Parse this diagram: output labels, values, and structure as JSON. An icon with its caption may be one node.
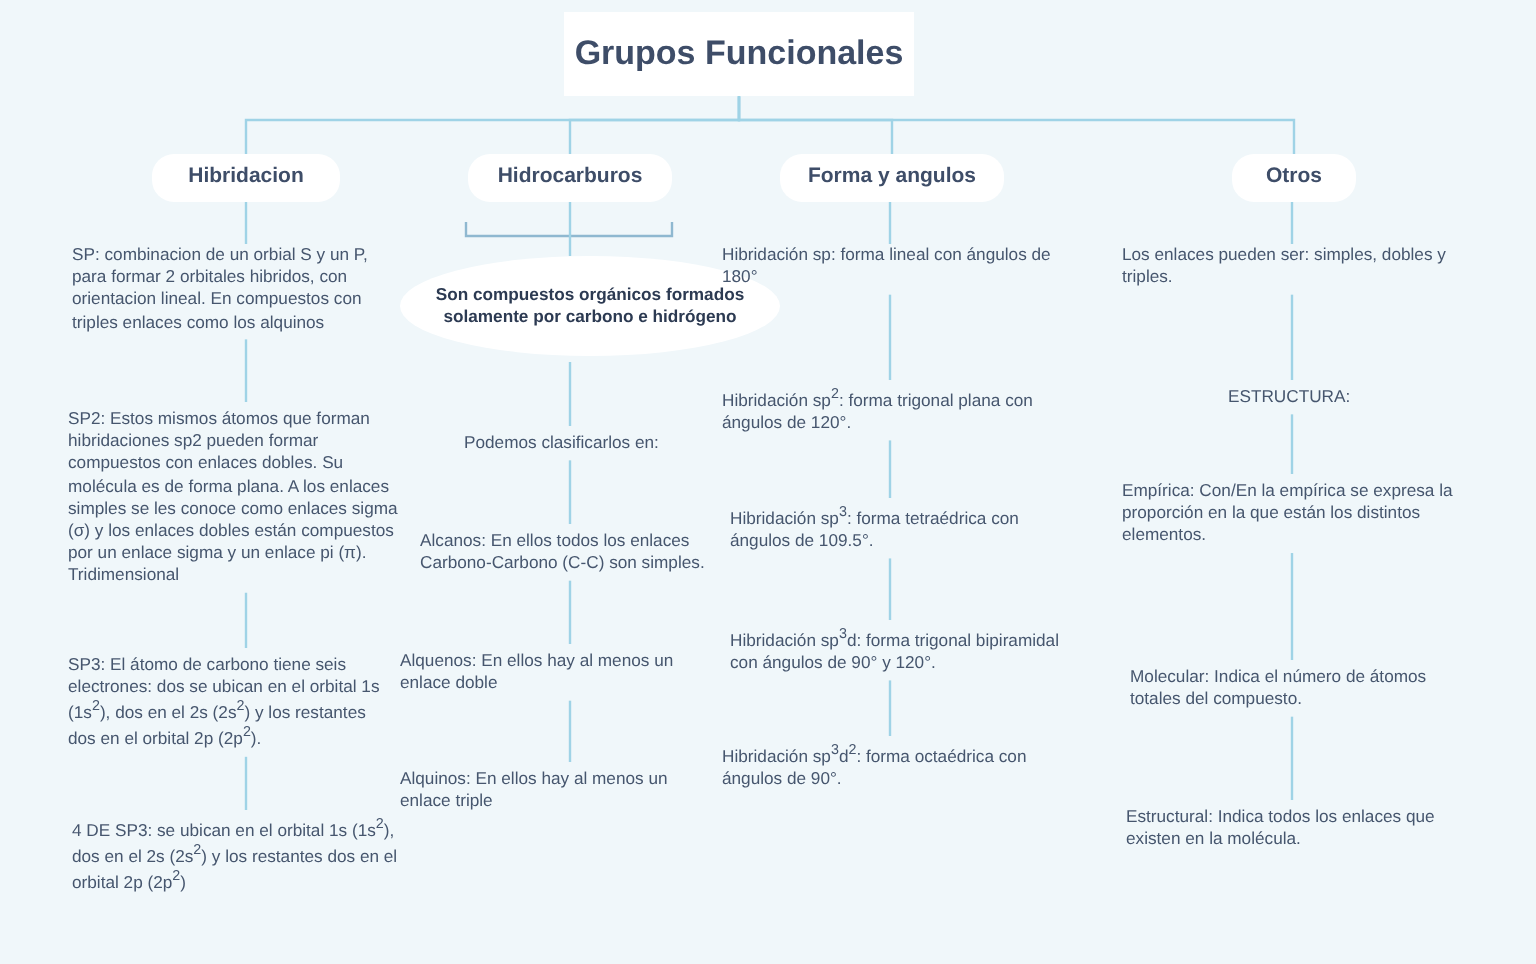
{
  "diagram": {
    "nodes": [
      {
        "text": [
          "Grupos Funcionales"
        ]
      },
      {
        "text": [
          "Hibridacion"
        ]
      },
      {
        "text": [
          "Hidrocarburos"
        ]
      },
      {
        "text": [
          "Forma y angulos"
        ]
      },
      {
        "text": [
          "Otros"
        ]
      },
      {
        "text": [
          "SP: combinacion de un orbial S y un P, para formar 2 orbitales hibridos, con orientacion lineal. En compuestos con triples enlaces como los alquinos"
        ]
      },
      {
        "text": [
          "SP2: Estos mismos átomos que forman hibridaciones sp2 pueden formar compuestos con enlaces dobles. Su molécula es de forma plana. A los enlaces simples se les conoce como enlaces sigma (σ) y los enlaces dobles están compuestos por un enlace sigma y un enlace pi (π). Tridimensional"
        ]
      },
      {
        "text": [
          "SP3: El átomo de carbono tiene seis electrones: dos se ubican en el orbital 1s (1s$^{2}$), dos en el 2s (2s$^{2}$) y los restantes dos en el orbital 2p (2p$^{2}$)."
        ]
      },
      {
        "text": [
          "4 DE SP3: se ubican en el orbital 1s (1s$^{2}$), dos en el 2s (2s$^{2}$) y los restantes dos en el orbital 2p (2p$^{2}$)"
        ]
      },
      {
        "text": [
          "Son compuestos orgánicos formados solamente por carbono e hidrógeno"
        ]
      },
      {
        "text": [
          "Podemos clasificarlos en:"
        ]
      },
      {
        "text": [
          "Alcanos: En ellos todos los enlaces Carbono-Carbono (C-C) son simples."
        ]
      },
      {
        "text": [
          "Alquenos: En ellos hay al menos un enlace doble"
        ]
      },
      {
        "text": [
          "Alquinos: En ellos hay al menos un enlace triple"
        ]
      },
      {
        "text": [
          "Hibridación sp: forma lineal con ángulos de 180°"
        ]
      },
      {
        "text": [
          "Hibridación sp$^{2}$: forma trigonal plana con ángulos de 120°."
        ]
      },
      {
        "text": [
          "Hibridación sp$^{3}$: forma tetraédrica con ángulos de 109.5°."
        ]
      },
      {
        "text": [
          "Hibridación sp$^{3}$d: forma trigonal bipiramidal con ángulos de 90° y 120°."
        ]
      },
      {
        "text": [
          "Hibridación sp$^{3}$d$^{2}$: forma octaédrica con ángulos de 90°."
        ]
      },
      {
        "text": [
          "Los enlaces pueden ser: simples, dobles y triples."
        ]
      },
      {
        "text": [
          "ESTRUCTURA:"
        ]
      },
      {
        "text": [
          "Empírica: Con/En la empírica se expresa la proporción en la que están los distintos elementos."
        ]
      },
      {
        "text": [
          "Molecular: Indica el número de átomos totales del compuesto."
        ]
      },
      {
        "text": [
          "Estructural: Indica todos los enlaces que existen en la molécula."
        ]
      }
    ],
    "edges": [
      {
        "from": 0,
        "to": 1,
        "arrow": "none"
      },
      {
        "from": 0,
        "to": 2,
        "arrow": "none"
      },
      {
        "from": 0,
        "to": 3,
        "arrow": "none"
      },
      {
        "from": 0,
        "to": 4,
        "arrow": "none"
      },
      {
        "from": 1,
        "to": 5,
        "arrow": "none"
      },
      {
        "from": 5,
        "to": 6,
        "arrow": "none"
      },
      {
        "from": 6,
        "to": 7,
        "arrow": "none"
      },
      {
        "from": 7,
        "to": 8,
        "arrow": "none"
      },
      {
        "from": 2,
        "to": 9,
        "arrow": "none"
      },
      {
        "from": 9,
        "to": 10,
        "arrow": "none"
      },
      {
        "from": 10,
        "to": 11,
        "arrow": "none"
      },
      {
        "from": 11,
        "to": 12,
        "arrow": "none"
      },
      {
        "from": 12,
        "to": 13,
        "arrow": "none"
      },
      {
        "from": 3,
        "to": 14,
        "arrow": "none"
      },
      {
        "from": 14,
        "to": 15,
        "arrow": "none"
      },
      {
        "from": 15,
        "to": 16,
        "arrow": "none"
      },
      {
        "from": 16,
        "to": 17,
        "arrow": "none"
      },
      {
        "from": 17,
        "to": 18,
        "arrow": "none"
      },
      {
        "from": 4,
        "to": 19,
        "arrow": "none"
      },
      {
        "from": 19,
        "to": 20,
        "arrow": "none"
      },
      {
        "from": 20,
        "to": 21,
        "arrow": "none"
      },
      {
        "from": 21,
        "to": 22,
        "arrow": "none"
      },
      {
        "from": 22,
        "to": 23,
        "arrow": "none"
      }
    ]
  }
}
